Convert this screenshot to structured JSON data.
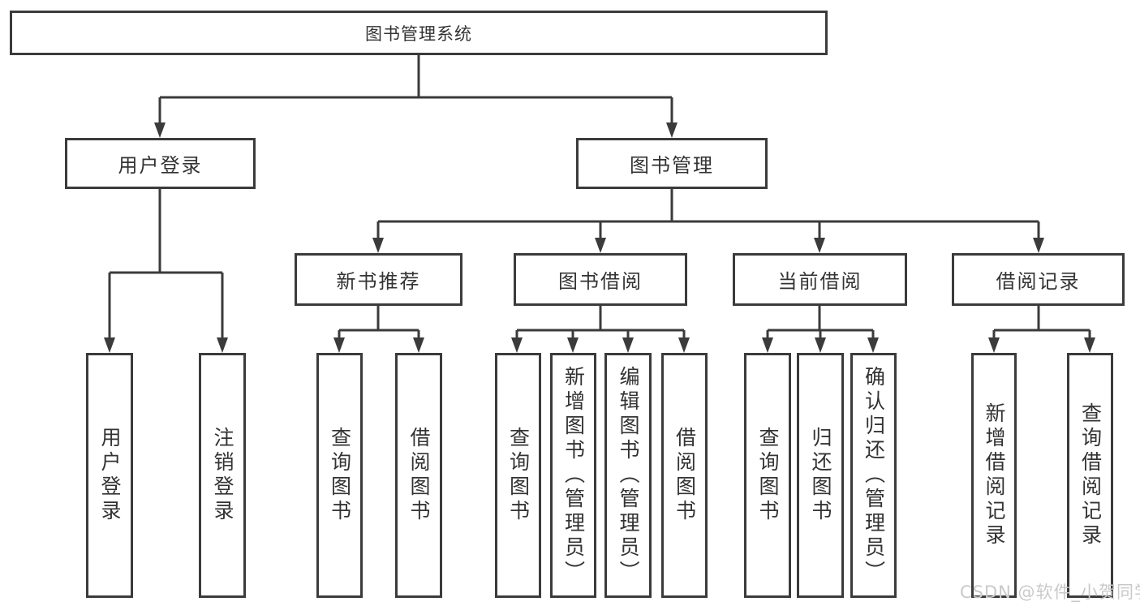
{
  "diagram_type": "hierarchy",
  "colors": {
    "line": "#3b3b3b",
    "box_border": "#3b3b3b",
    "text": "#333333",
    "background": "#ffffff",
    "watermark": "#c9c9c9"
  },
  "tree": {
    "label": "图书管理系统",
    "children": [
      {
        "label": "用户登录",
        "children": [
          {
            "label": "用户登录"
          },
          {
            "label": "注销登录"
          }
        ]
      },
      {
        "label": "图书管理",
        "children": [
          {
            "label": "新书推荐",
            "children": [
              {
                "label": "查询图书"
              },
              {
                "label": "借阅图书"
              }
            ]
          },
          {
            "label": "图书借阅",
            "children": [
              {
                "label": "查询图书"
              },
              {
                "label": "新增图书（管理员）"
              },
              {
                "label": "编辑图书（管理员）"
              },
              {
                "label": "借阅图书"
              }
            ]
          },
          {
            "label": "当前借阅",
            "children": [
              {
                "label": "查询图书"
              },
              {
                "label": "归还图书"
              },
              {
                "label": "确认归还（管理员）"
              }
            ]
          },
          {
            "label": "借阅记录",
            "children": [
              {
                "label": "新增借阅记录"
              },
              {
                "label": "查询借阅记录"
              }
            ]
          }
        ]
      }
    ]
  },
  "watermark": "CSDN @软件_小贺同学"
}
